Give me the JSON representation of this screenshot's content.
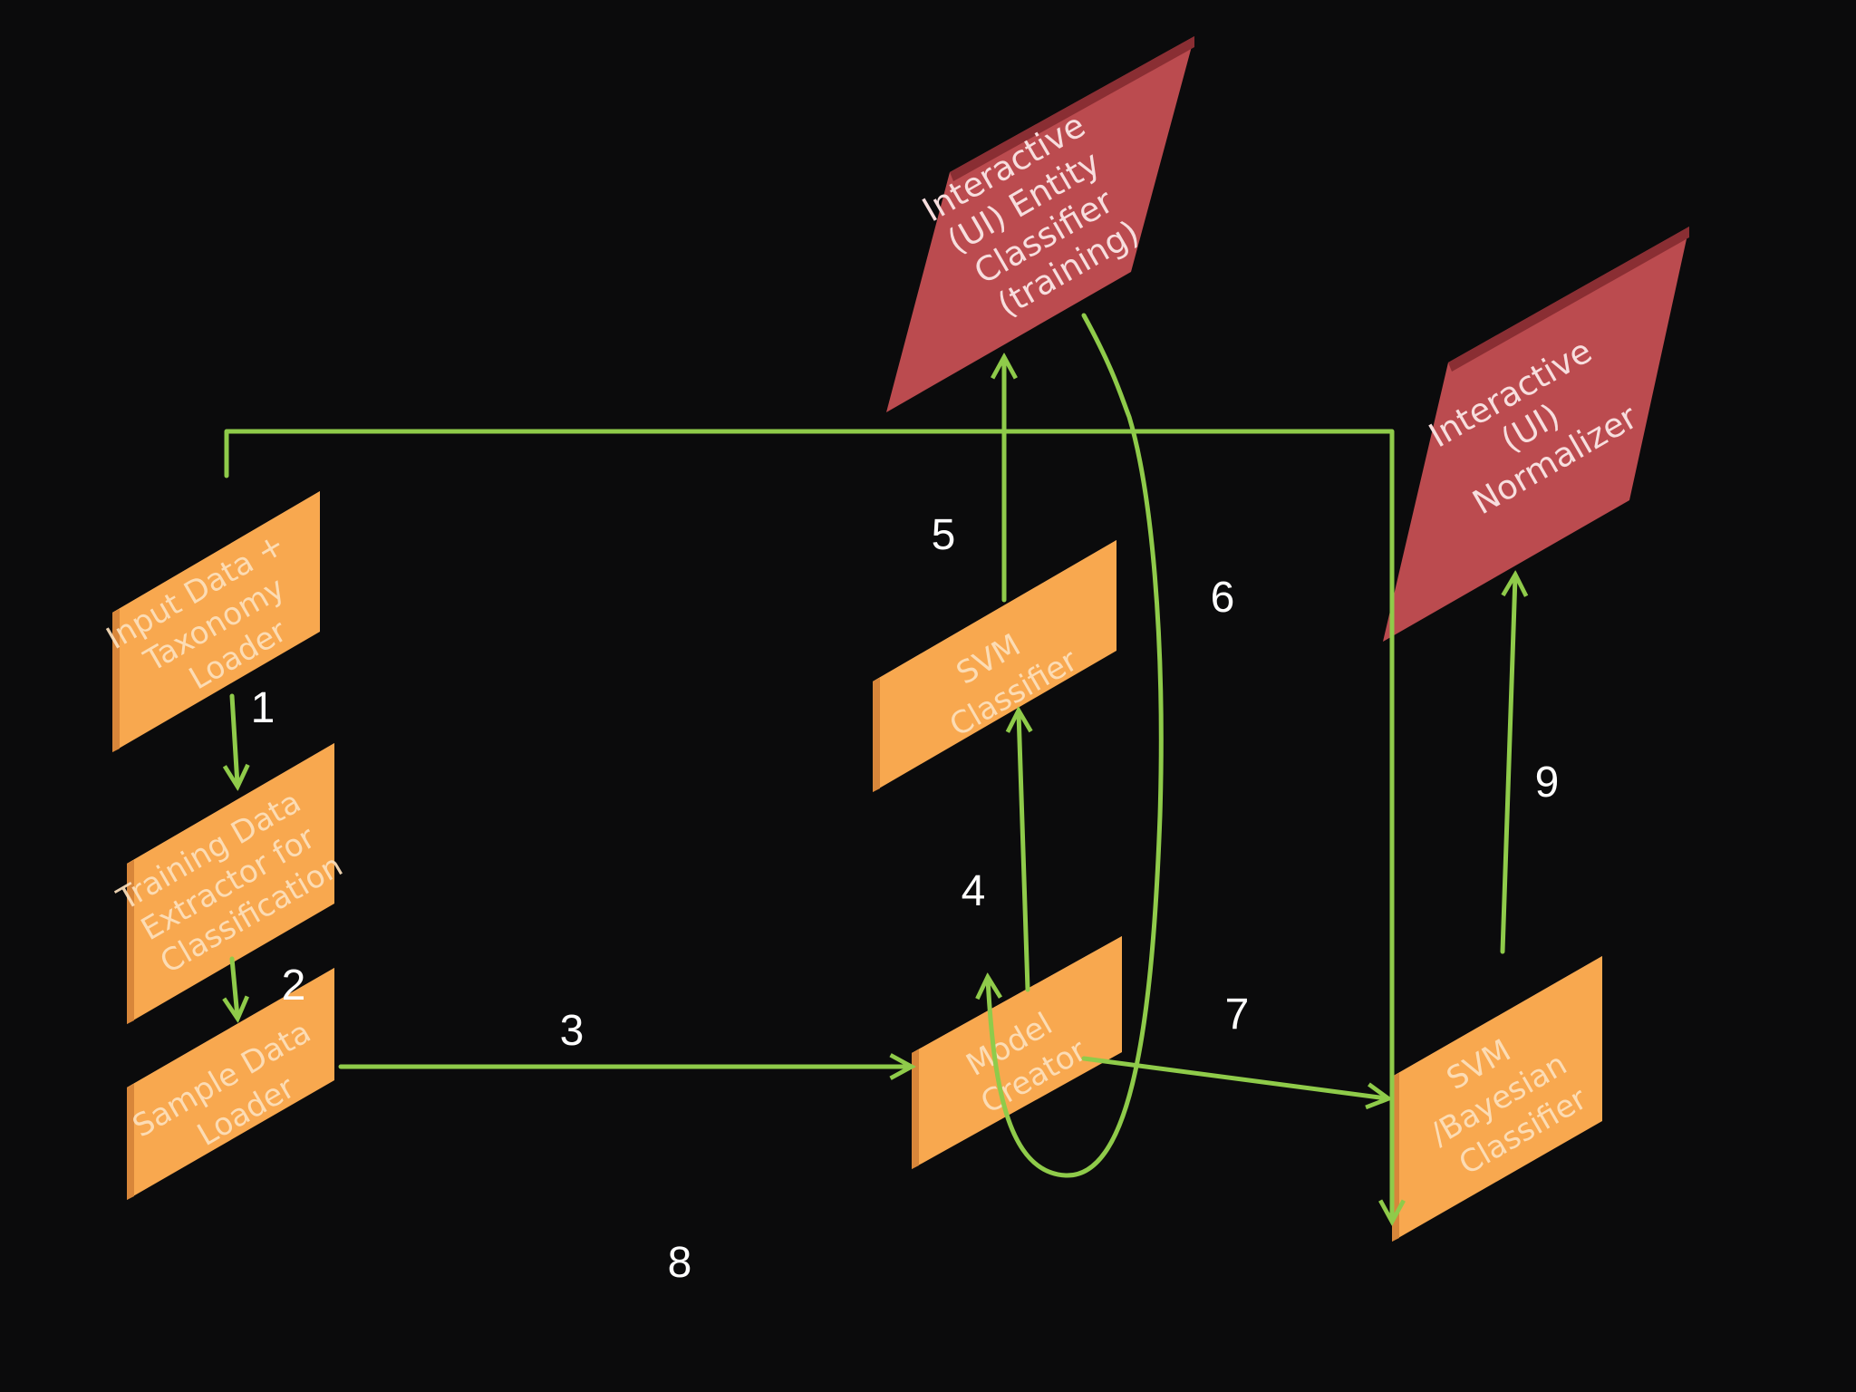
{
  "colors": {
    "background": "#0b0b0c",
    "orange_box": "#f8a84f",
    "orange_top": "#fcc07a",
    "orange_side": "#d8863a",
    "red_box": "#bb4b4f",
    "red_side": "#8a2e33",
    "arrow": "#8fcb4a"
  },
  "nodes": {
    "input_loader": {
      "lines": [
        "Input Data +",
        "Taxonomy",
        "Loader"
      ]
    },
    "training_extractor": {
      "lines": [
        "Training Data",
        "Extractor for",
        "Classification"
      ]
    },
    "sample_loader": {
      "lines": [
        "Sample Data",
        "Loader"
      ]
    },
    "svm_classifier": {
      "lines": [
        "SVM",
        "Classifier"
      ]
    },
    "model_creator": {
      "lines": [
        "Model",
        "Creator"
      ]
    },
    "svm_bayesian": {
      "lines": [
        "SVM",
        "/Bayesian",
        "Classifier"
      ]
    },
    "entity_classifier": {
      "lines": [
        "Interactive",
        "(UI) Entity",
        "Classifier",
        "(training)"
      ]
    },
    "normalizer": {
      "lines": [
        "Interactive",
        "(UI)",
        "Normalizer"
      ]
    }
  },
  "steps": {
    "s1": "1",
    "s2": "2",
    "s3": "3",
    "s4": "4",
    "s5": "5",
    "s6": "6",
    "s7": "7",
    "s8": "8",
    "s9": "9"
  }
}
